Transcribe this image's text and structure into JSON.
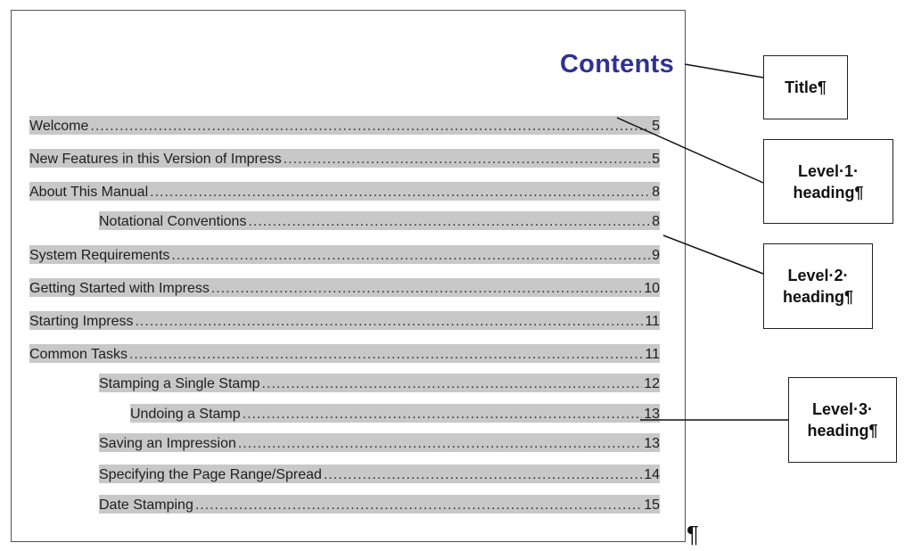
{
  "document": {
    "title": "Contents",
    "leader_char": ".",
    "end_mark": "¶",
    "entries": [
      {
        "label": "Welcome",
        "page": "5",
        "level": 1
      },
      {
        "label": "New Features in this Version of Impress",
        "page": "5",
        "level": 1
      },
      {
        "label": "About This Manual",
        "page": "8",
        "level": 1
      },
      {
        "label": "Notational Conventions",
        "page": "8",
        "level": 2
      },
      {
        "label": "System Requirements",
        "page": "9",
        "level": 1
      },
      {
        "label": "Getting Started with Impress",
        "page": "10",
        "level": 1
      },
      {
        "label": "Starting Impress",
        "page": "11",
        "level": 1
      },
      {
        "label": "Common Tasks",
        "page": "11",
        "level": 1
      },
      {
        "label": "Stamping a Single Stamp",
        "page": "12",
        "level": 2
      },
      {
        "label": "Undoing a Stamp",
        "page": "13",
        "level": 3
      },
      {
        "label": "Saving an Impression",
        "page": "13",
        "level": 2
      },
      {
        "label": "Specifying the Page Range/Spread",
        "page": "14",
        "level": 2
      },
      {
        "label": "Date Stamping",
        "page": "15",
        "level": 2
      }
    ]
  },
  "callouts": {
    "title": "Title¶",
    "level1": "Level·1·\nheading¶",
    "level2": "Level·2·\nheading¶",
    "level3": "Level·3·\nheading¶"
  },
  "colors": {
    "title": "#2e3192",
    "field_shading": "#c8c8c8"
  }
}
